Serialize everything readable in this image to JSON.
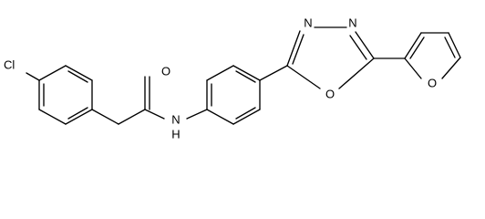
{
  "labels": {
    "chlorine": "Cl",
    "carbonyl_oxygen": "O",
    "amide_nitrogen": "N",
    "amide_hydrogen": "H",
    "oxadiazole_nitrogen_1": "N",
    "oxadiazole_nitrogen_2": "N",
    "oxadiazole_oxygen": "O",
    "furan_oxygen": "O"
  }
}
